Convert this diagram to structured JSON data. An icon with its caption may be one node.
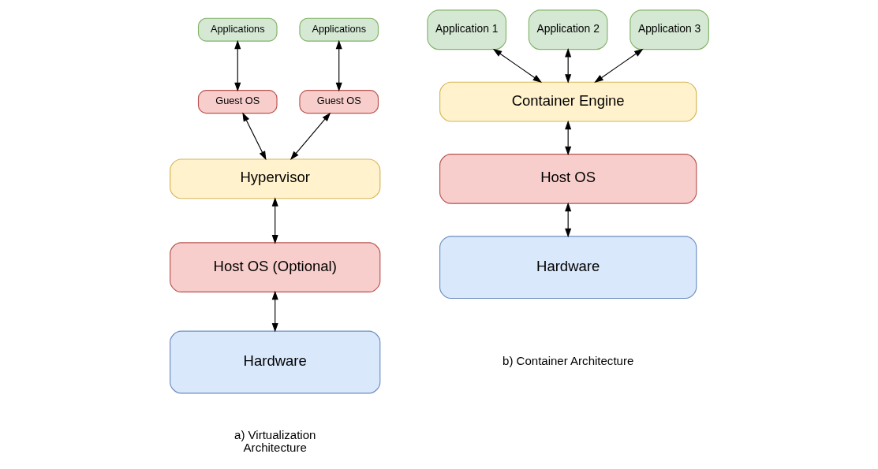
{
  "diagram": {
    "nodes": [
      {
        "text": [
          "Applications"
        ]
      },
      {
        "text": [
          "Applications"
        ]
      },
      {
        "text": [
          "Guest OS"
        ]
      },
      {
        "text": [
          "Guest OS"
        ]
      },
      {
        "text": [
          "Hypervisor"
        ]
      },
      {
        "text": [
          "Host OS (Optional)"
        ]
      },
      {
        "text": [
          "Hardware"
        ]
      },
      {
        "text": [
          "Application 1"
        ]
      },
      {
        "text": [
          "Application 2"
        ]
      },
      {
        "text": [
          "Application 3"
        ]
      },
      {
        "text": [
          "Container Engine"
        ]
      },
      {
        "text": [
          "Host OS"
        ]
      },
      {
        "text": [
          "Hardware"
        ]
      }
    ],
    "edges": [
      {
        "from": 0,
        "to": 2,
        "arrow": "both"
      },
      {
        "from": 1,
        "to": 3,
        "arrow": "both"
      },
      {
        "from": 2,
        "to": 4,
        "arrow": "both"
      },
      {
        "from": 3,
        "to": 4,
        "arrow": "both"
      },
      {
        "from": 4,
        "to": 5,
        "arrow": "both"
      },
      {
        "from": 5,
        "to": 6,
        "arrow": "both"
      },
      {
        "from": 7,
        "to": 10,
        "arrow": "both"
      },
      {
        "from": 8,
        "to": 10,
        "arrow": "both"
      },
      {
        "from": 9,
        "to": 10,
        "arrow": "both"
      },
      {
        "from": 10,
        "to": 11,
        "arrow": "both"
      },
      {
        "from": 11,
        "to": 12,
        "arrow": "both"
      }
    ],
    "labels": [
      "a) Virtualization Architecture",
      "b) Container Architecture"
    ]
  }
}
